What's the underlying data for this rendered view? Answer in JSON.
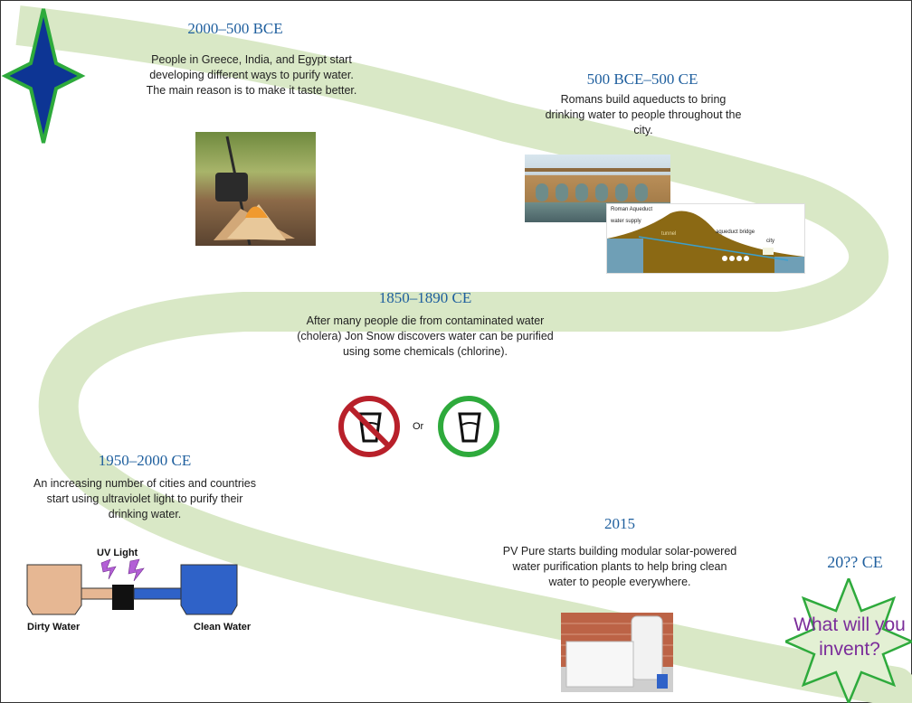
{
  "events": [
    {
      "period": "2000–500 BCE",
      "text": "People in Greece, India, and Egypt start developing different ways to purify water. The main reason is to make it taste better."
    },
    {
      "period": "500 BCE–500 CE",
      "text": "Romans build aqueducts to bring drinking water to people throughout the city."
    },
    {
      "period": "1850–1890 CE",
      "text": "After many people die from contaminated water (cholera) Jon Snow discovers water can be purified using some chemicals (chlorine)."
    },
    {
      "period": "1950–2000 CE",
      "text": "An increasing number of cities and countries start using ultraviolet light to purify their drinking water."
    },
    {
      "period": "2015",
      "text": "PV Pure starts building modular solar-powered water purification plants to help bring clean water to people everywhere."
    },
    {
      "period": "20?? CE",
      "text": "What will you invent?"
    }
  ],
  "aqueduct_diagram": {
    "title": "Roman Aqueduct",
    "water_supply": "water supply",
    "tunnel": "tunnel",
    "bridge": "aqueduct bridge",
    "city": "city"
  },
  "chlorine_icons": {
    "or_label": "Or"
  },
  "uv_diagram": {
    "light": "UV Light",
    "dirty": "Dirty Water",
    "clean": "Clean Water"
  },
  "colors": {
    "path": "#d9e8c6",
    "heading": "#1f5f9e",
    "star_fill": "#0d3594",
    "star_border": "#2eaa3c",
    "burst_fill": "#e3f0d4",
    "invent_text": "#7b2d9a"
  }
}
